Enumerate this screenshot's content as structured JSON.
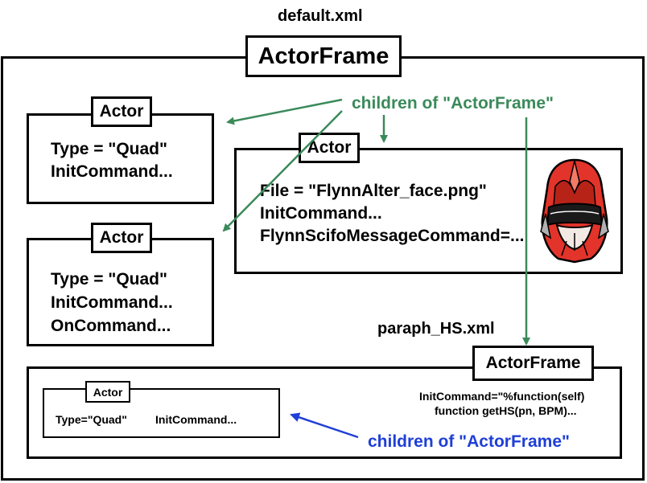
{
  "files": {
    "main": "default.xml",
    "sub": "paraph_HS.xml"
  },
  "root": {
    "title": "ActorFrame"
  },
  "children_label": "children of \"ActorFrame\"",
  "actor1": {
    "title": "Actor",
    "line1": "Type = \"Quad\"",
    "line2": "InitCommand..."
  },
  "actor2": {
    "title": "Actor",
    "line1": "File = \"FlynnAlter_face.png\"",
    "line2": "InitCommand...",
    "line3": "FlynnScifoMessageCommand=..."
  },
  "actor3": {
    "title": "Actor",
    "line1": "Type = \"Quad\"",
    "line2": "InitCommand...",
    "line3": "OnCommand..."
  },
  "sub_frame": {
    "title": "ActorFrame",
    "line1": "InitCommand=\"%function(self)",
    "line2": "function getHS(pn, BPM)...",
    "children_label": "children of \"ActorFrame\""
  },
  "sub_actor": {
    "title": "Actor",
    "type_text": "Type=\"Quad\"",
    "init_text": "InitCommand..."
  },
  "colors": {
    "green_arrow": "#3b8a5a",
    "blue_arrow": "#1f3fd6",
    "helmet_red": "#e2342a"
  },
  "icons": {
    "helmet": "red-helmet-icon"
  }
}
